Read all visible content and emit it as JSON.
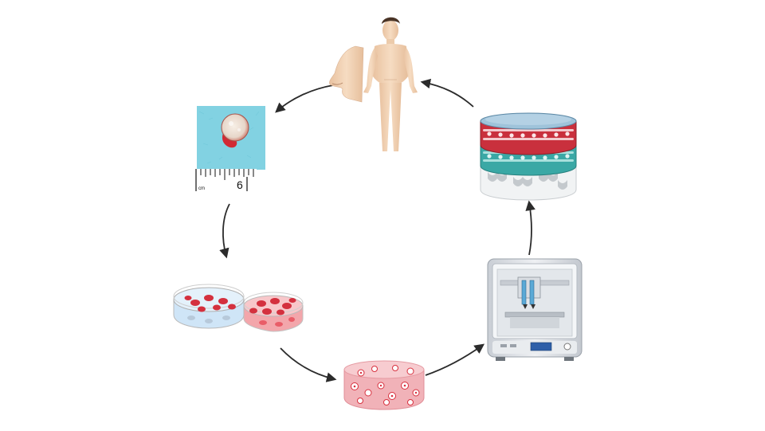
{
  "diagram": {
    "ruler": {
      "number": "6",
      "unit": "cm"
    },
    "steps": [
      "human-donor",
      "nasal-biopsy",
      "cell-culture-dishes",
      "cell-laden-hydrogel",
      "3d-bioprinter",
      "layered-printed-construct"
    ],
    "colors": {
      "arrow": "#2b2b2b",
      "skin": "#f2d2b0",
      "biopsy_bg": "#7fd0e0",
      "tissue_red": "#d62f3d",
      "dish_blue": "#cfe5f7",
      "dish_red": "#f4a3a8",
      "hydrogel_pink": "#f1b2b8",
      "printer_grey": "#d7dbe0",
      "construct_teal": "#3aa8a5"
    }
  }
}
